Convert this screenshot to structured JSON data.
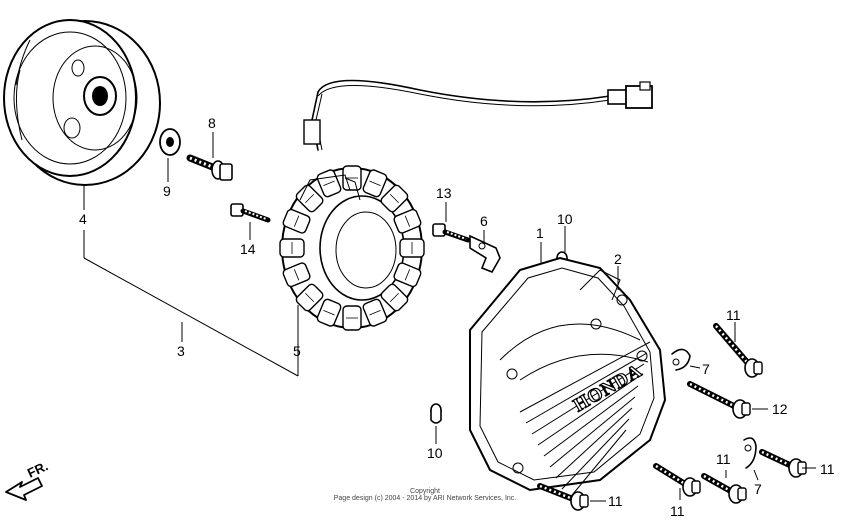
{
  "callouts": {
    "c1": "1",
    "c2": "2",
    "c3": "3",
    "c4": "4",
    "c5": "5",
    "c6": "6",
    "c7a": "7",
    "c7b": "7",
    "c8": "8",
    "c9": "9",
    "c10a": "10",
    "c10b": "10",
    "c11a": "11",
    "c11b": "11",
    "c11c": "11",
    "c11d": "11",
    "c11e": "11",
    "c12": "12",
    "c13": "13",
    "c14": "14"
  },
  "cover_text": "HONDA",
  "direction_label": "FR.",
  "copyright": {
    "line1": "Copyright",
    "line2": "Page design (c) 2004 - 2014 by ARI Network Services, Inc."
  }
}
